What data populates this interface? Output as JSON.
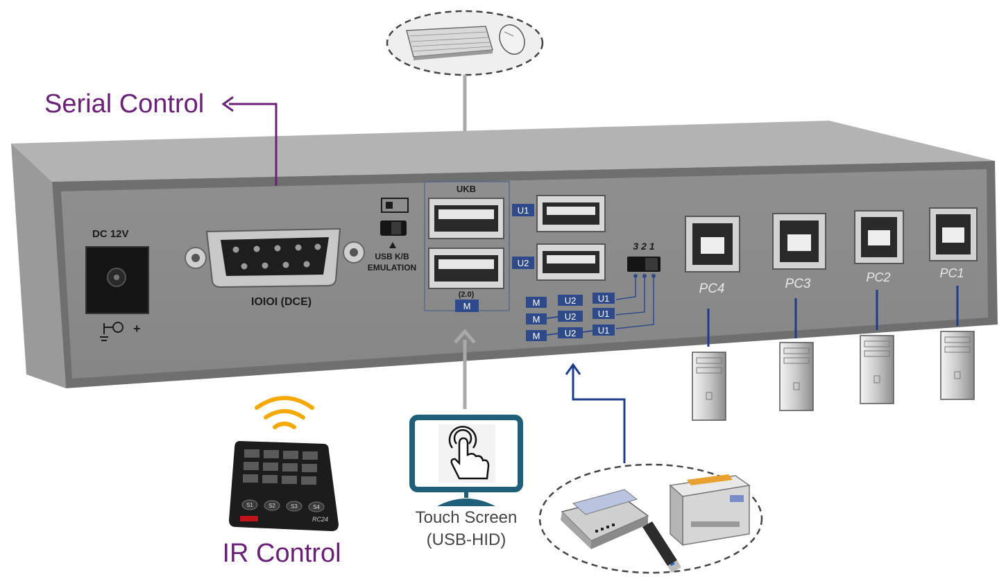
{
  "labels": {
    "serial_control": "Serial Control",
    "ir_control": "IR Control",
    "touch_screen": "Touch Screen",
    "touch_screen_sub": "(USB-HID)"
  },
  "panel": {
    "dc": "DC 12V",
    "polarity": "+",
    "serial_port": "IOIOI (DCE)",
    "ukb": "UKB",
    "usb_emulation_1": "USB K/B",
    "usb_emulation_2": "EMULATION",
    "usb_ver": "(2.0)",
    "m": "M",
    "u1": "U1",
    "u2": "U2",
    "dip_numbers": "3 2 1",
    "mode_rows": [
      [
        "M",
        "U2",
        "U1"
      ],
      [
        "M",
        "U2",
        "U1"
      ],
      [
        "M",
        "U2",
        "U1"
      ]
    ]
  },
  "pcs": [
    "PC4",
    "PC3",
    "PC2",
    "PC1"
  ],
  "remote": {
    "model": "RC24",
    "keys": [
      "S1",
      "S2",
      "S3",
      "S4"
    ]
  },
  "colors": {
    "purple": "#6b2078",
    "navy": "#1f3c8c",
    "gray_arrow": "#a9a9a9",
    "chassis": "#8e8e8e",
    "wifi": "#f5a800"
  },
  "icons": [
    "keyboard-icon",
    "mouse-icon",
    "touch-screen-icon",
    "ir-remote-icon",
    "scanner-icon",
    "printer-icon",
    "usb-drive-icon",
    "pc-tower-icon"
  ]
}
